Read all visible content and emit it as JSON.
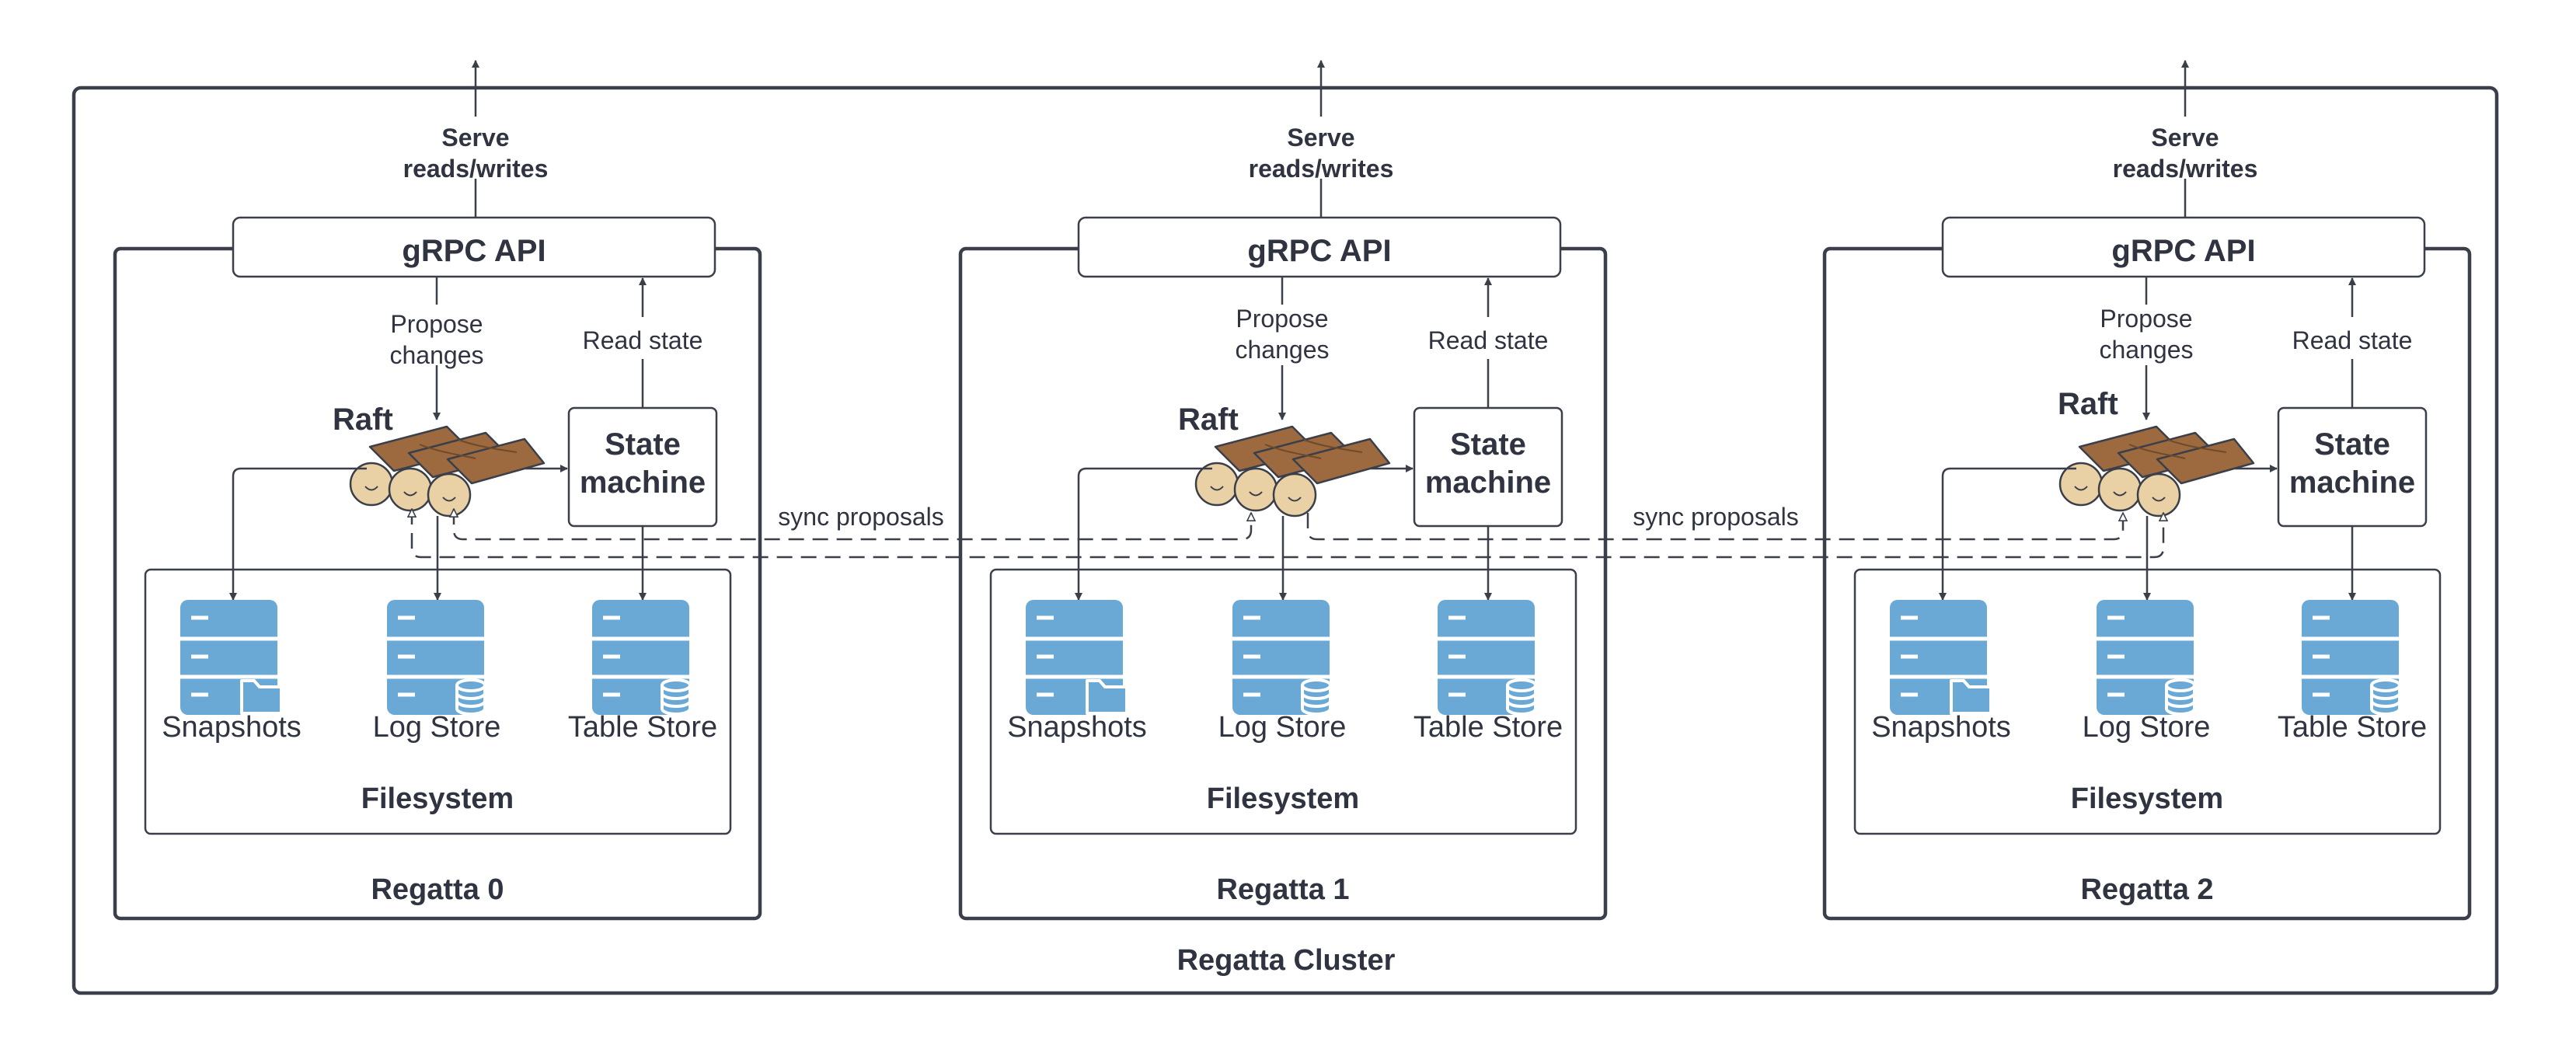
{
  "diagram": {
    "cluster_label": "Regatta Cluster",
    "sync_label": "sync proposals",
    "colors": {
      "stroke": "#3a3f4a",
      "text": "#2f3440",
      "store_fill": "#6aa8d6",
      "log_fill": "#e9d1a5",
      "bark": "#9c6a3e"
    },
    "nodes": [
      {
        "label": "Regatta 0",
        "serve_line1": "Serve",
        "serve_line2": "reads/writes",
        "api_label": "gRPC API",
        "propose_line1": "Propose",
        "propose_line2": "changes",
        "read_state": "Read state",
        "raft_label": "Raft",
        "sm_line1": "State",
        "sm_line2": "machine",
        "fs_label": "Filesystem",
        "stores": [
          {
            "label": "Snapshots",
            "icon": "folder"
          },
          {
            "label": "Log Store",
            "icon": "database"
          },
          {
            "label": "Table Store",
            "icon": "database"
          }
        ]
      },
      {
        "label": "Regatta 1",
        "serve_line1": "Serve",
        "serve_line2": "reads/writes",
        "api_label": "gRPC API",
        "propose_line1": "Propose",
        "propose_line2": "changes",
        "read_state": "Read state",
        "raft_label": "Raft",
        "sm_line1": "State",
        "sm_line2": "machine",
        "fs_label": "Filesystem",
        "stores": [
          {
            "label": "Snapshots",
            "icon": "folder"
          },
          {
            "label": "Log Store",
            "icon": "database"
          },
          {
            "label": "Table Store",
            "icon": "database"
          }
        ]
      },
      {
        "label": "Regatta 2",
        "serve_line1": "Serve",
        "serve_line2": "reads/writes",
        "api_label": "gRPC API",
        "propose_line1": "Propose",
        "propose_line2": "changes",
        "read_state": "Read state",
        "raft_label": "Raft",
        "sm_line1": "State",
        "sm_line2": "machine",
        "fs_label": "Filesystem",
        "stores": [
          {
            "label": "Snapshots",
            "icon": "folder"
          },
          {
            "label": "Log Store",
            "icon": "database"
          },
          {
            "label": "Table Store",
            "icon": "database"
          }
        ]
      }
    ]
  }
}
